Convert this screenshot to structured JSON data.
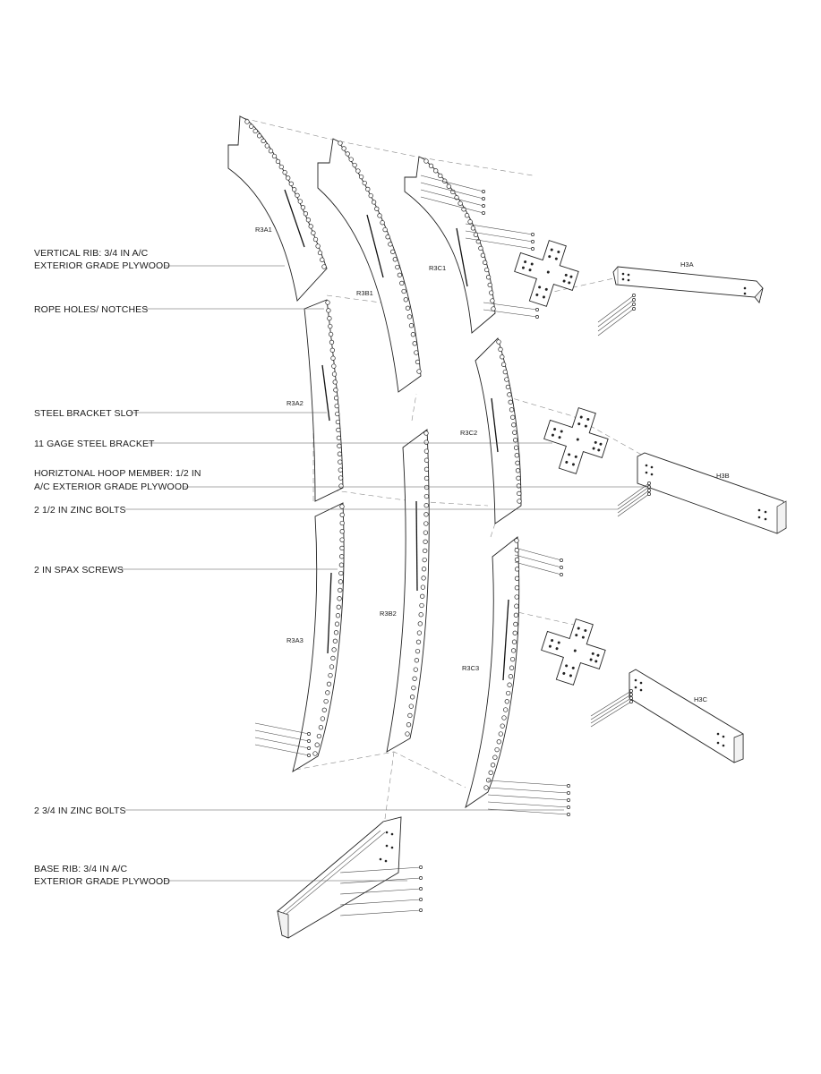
{
  "callouts": {
    "vertical_rib_1": "VERTICAL RIB: 3/4 IN A/C",
    "vertical_rib_2": "EXTERIOR GRADE PLYWOOD",
    "rope_holes": "ROPE HOLES/ NOTCHES",
    "bracket_slot": "STEEL BRACKET SLOT",
    "steel_bracket": "11 GAGE STEEL BRACKET",
    "hoop_member_1": "HORIZTONAL HOOP MEMBER: 1/2 IN",
    "hoop_member_2": "A/C EXTERIOR GRADE PLYWOOD",
    "zinc_bolts_short": "2 1/2 IN ZINC BOLTS",
    "spax_screws": "2 IN SPAX SCREWS",
    "zinc_bolts_long": "2 3/4 IN ZINC BOLTS",
    "base_rib_1": "BASE RIB: 3/4 IN A/C",
    "base_rib_2": "EXTERIOR GRADE PLYWOOD"
  },
  "part_labels": {
    "R3A1": "R3A1",
    "R3A2": "R3A2",
    "R3A3": "R3A3",
    "R3B1": "R3B1",
    "R3B2": "R3B2",
    "R3C1": "R3C1",
    "R3C2": "R3C2",
    "R3C3": "R3C3",
    "H3A": "H3A",
    "H3B": "H3B",
    "H3C": "H3C"
  }
}
